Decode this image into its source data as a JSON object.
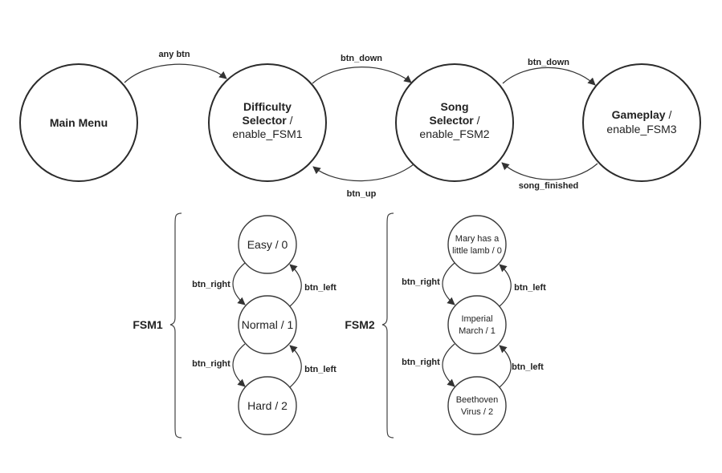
{
  "main_states": {
    "main_menu": {
      "title": "Main Menu"
    },
    "difficulty": {
      "line1": "Difficulty",
      "line2": "Selector",
      "slash": " /",
      "action": "enable_FSM1"
    },
    "song": {
      "line1": "Song",
      "line2": "Selector",
      "slash": " /",
      "action": "enable_FSM2"
    },
    "gameplay": {
      "title": "Gameplay",
      "slash": " /",
      "action": "enable_FSM3"
    }
  },
  "main_transitions": {
    "any_btn": "any btn",
    "btn_down_1": "btn_down",
    "btn_up": "btn_up",
    "btn_down_2": "btn_down",
    "song_finished": "song_finished"
  },
  "fsm1": {
    "label": "FSM1",
    "states": [
      "Easy / 0",
      "Normal / 1",
      "Hard / 2"
    ],
    "right_label_1": "btn_right",
    "left_label_1": "btn_left",
    "right_label_2": "btn_right",
    "left_label_2": "btn_left"
  },
  "fsm2": {
    "label": "FSM2",
    "states": [
      {
        "line1": "Mary has a",
        "line2": "little lamb / 0"
      },
      {
        "line1": "Imperial",
        "line2": "March / 1"
      },
      {
        "line1": "Beethoven",
        "line2": "Virus / 2"
      }
    ],
    "right_label_1": "btn_right",
    "left_label_1": "btn_left",
    "right_label_2": "btn_right",
    "left_label_2": "btn_left"
  },
  "colors": {
    "stroke": "#2b2b2b",
    "text": "#222222",
    "background": "#ffffff"
  }
}
